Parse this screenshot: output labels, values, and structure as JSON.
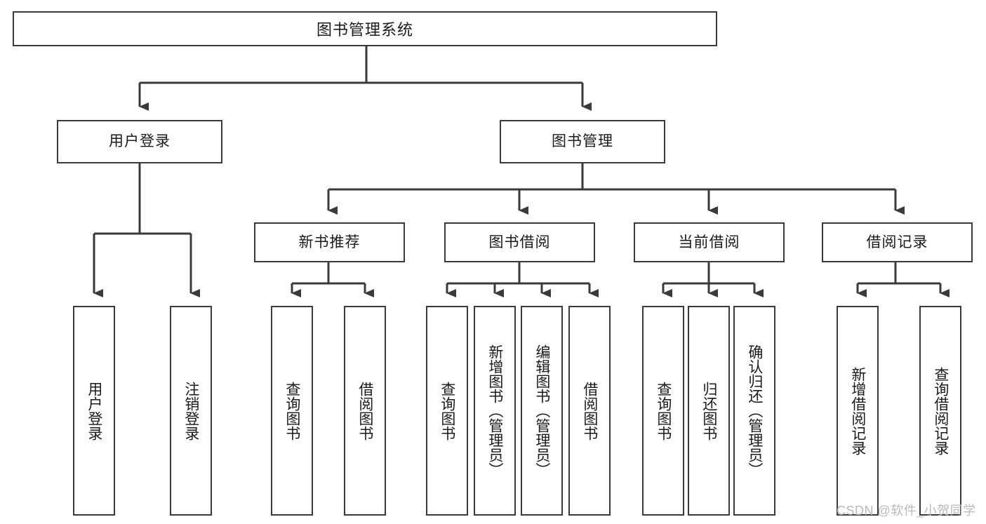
{
  "diagram": {
    "title": "图书管理系统",
    "type": "tree-hierarchy",
    "colors": {
      "box_border": "#3a3a3a",
      "box_fill": "#ffffff",
      "edge": "#3a3a3a",
      "text": "#1a1a1a",
      "watermark": "#b9b9b9",
      "background": "#ffffff"
    },
    "root": {
      "label": "图书管理系统"
    },
    "level2": [
      {
        "label": "用户登录"
      },
      {
        "label": "图书管理"
      }
    ],
    "level3": [
      {
        "label": "新书推荐"
      },
      {
        "label": "图书借阅"
      },
      {
        "label": "当前借阅"
      },
      {
        "label": "借阅记录"
      }
    ],
    "leaves": {
      "user_login": [
        {
          "label": "用户登录"
        },
        {
          "label": "注销登录"
        }
      ],
      "new_book_recommend": [
        {
          "label": "查询图书"
        },
        {
          "label": "借阅图书"
        }
      ],
      "book_borrow": [
        {
          "label": "查询图书"
        },
        {
          "label": "新增图书（管理员）"
        },
        {
          "label": "编辑图书（管理员）"
        },
        {
          "label": "借阅图书"
        }
      ],
      "current_borrow": [
        {
          "label": "查询图书"
        },
        {
          "label": "归还图书"
        },
        {
          "label": "确认归还（管理员）"
        }
      ],
      "borrow_records": [
        {
          "label": "新增借阅记录"
        },
        {
          "label": "查询借阅记录"
        }
      ]
    }
  },
  "watermark": {
    "text": "CSDN @软件_小贺同学"
  }
}
